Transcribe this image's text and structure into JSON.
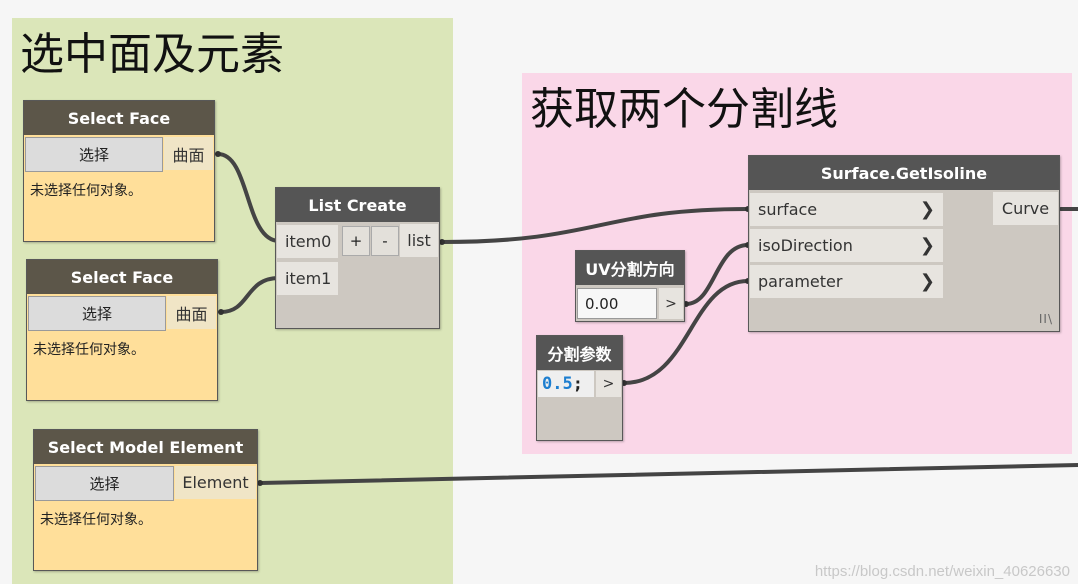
{
  "groups": {
    "select_group_title": "选中面及元素",
    "split_group_title": "获取两个分割线"
  },
  "nodes": {
    "select_face_1": {
      "title": "Select Face",
      "button": "选择",
      "output": "曲面",
      "status": "未选择任何对象。"
    },
    "select_face_2": {
      "title": "Select Face",
      "button": "选择",
      "output": "曲面",
      "status": "未选择任何对象。"
    },
    "select_model_element": {
      "title": "Select Model Element",
      "button": "选择",
      "output": "Element",
      "status": "未选择任何对象。"
    },
    "list_create": {
      "title": "List Create",
      "input_0": "item0",
      "input_1": "item1",
      "add": "+",
      "remove": "-",
      "output": "list"
    },
    "surface_get_isoline": {
      "title": "Surface.GetIsoline",
      "input_surface": "surface",
      "input_iso": "isoDirection",
      "input_param": "parameter",
      "output": "Curve",
      "lacing": "II\\"
    },
    "uv_direction": {
      "title": "UV分割方向",
      "value": "0.00",
      "output": ">"
    },
    "split_param": {
      "title": "分割参数",
      "code_number": "0.5",
      "code_semicolon": ";",
      "output": ">"
    }
  },
  "watermark": "https://blog.csdn.net/weixin_40626630",
  "colors": {
    "group_select": "#dbe6b9",
    "group_split": "#fad7e8",
    "node_header": "#5c5649",
    "node_body": "#ffdf9a",
    "wire": "#444444"
  }
}
